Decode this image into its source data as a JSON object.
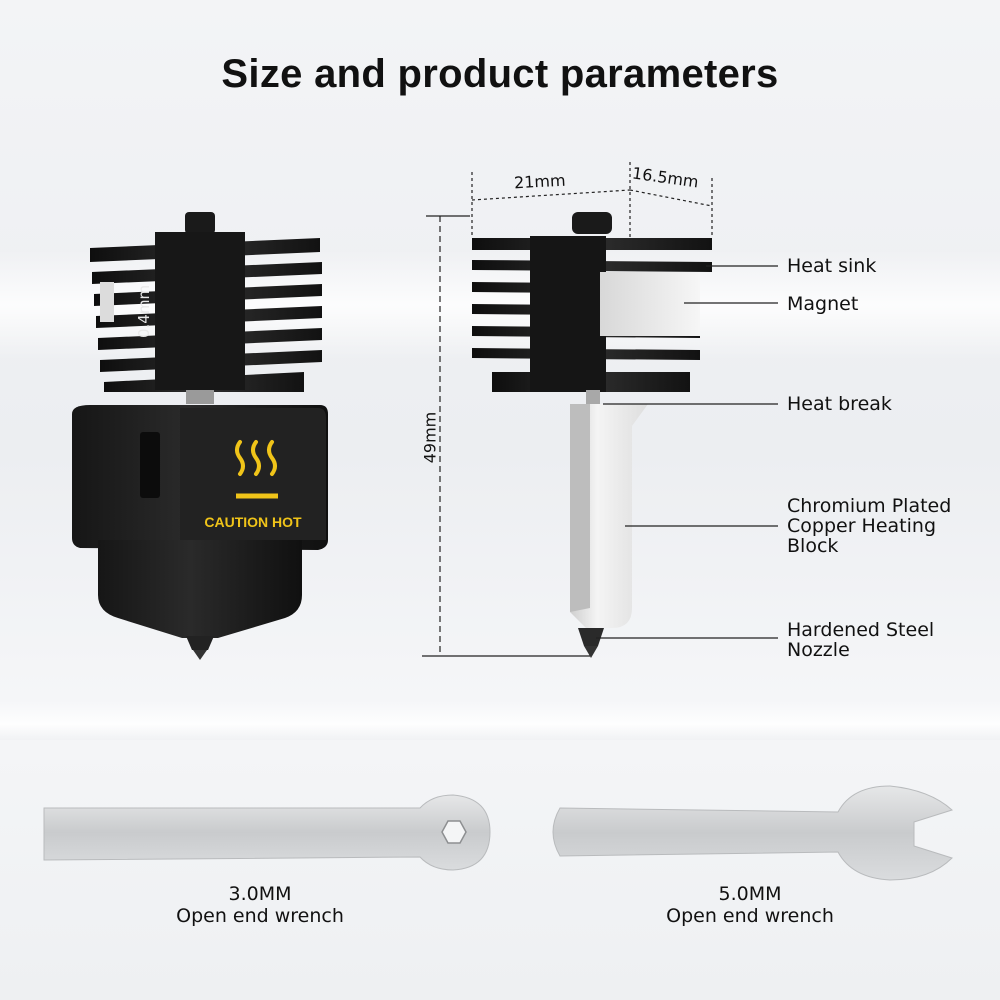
{
  "title": "Size and product parameters",
  "left_product": {
    "nozzle_size_label": "0.4mm",
    "warning_text": "CAUTION HOT"
  },
  "dimensions": {
    "width": "21mm",
    "depth": "16.5mm",
    "height": "49mm"
  },
  "parts": [
    {
      "lines": [
        "Heat sink"
      ]
    },
    {
      "lines": [
        "Magnet"
      ]
    },
    {
      "lines": [
        "Heat break"
      ]
    },
    {
      "lines": [
        "Chromium Plated",
        "Copper Heating",
        "Block"
      ]
    },
    {
      "lines": [
        "Hardened Steel",
        "Nozzle"
      ]
    }
  ],
  "tools": [
    {
      "size": "3.0MM",
      "name": "Open end wrench"
    },
    {
      "size": "5.0MM",
      "name": "Open end wrench"
    }
  ],
  "colors": {
    "heatsink": "#1b1b1b",
    "block": "#e6e6e6",
    "warning": "#f0c419",
    "wrench": "#d4d6d8"
  }
}
